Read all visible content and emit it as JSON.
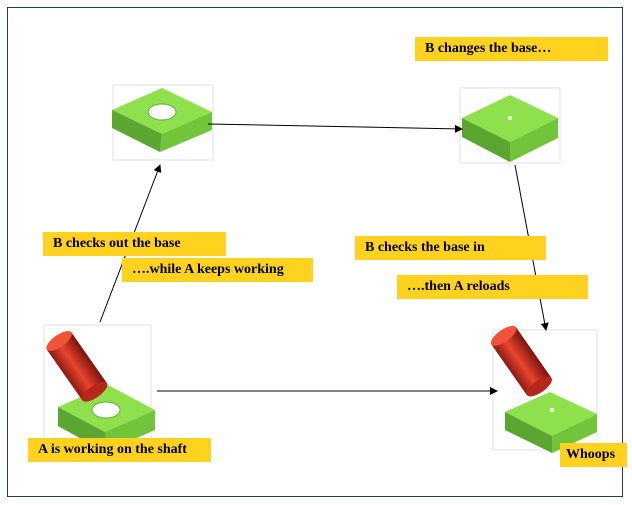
{
  "labels": {
    "b_changes": "B changes the base…",
    "b_checks_out": "B checks out the base",
    "while_a": "….while A keeps working",
    "b_checks_in": "B checks the base in",
    "then_a": "….then A reloads",
    "a_working": "A is working on the shaft",
    "whoops": "Whoops"
  },
  "colors": {
    "base_green": "#86d94a",
    "shaft_red": "#e03a2a",
    "label_yellow": "#ffd21f",
    "frame_border": "#1c3c6e"
  }
}
